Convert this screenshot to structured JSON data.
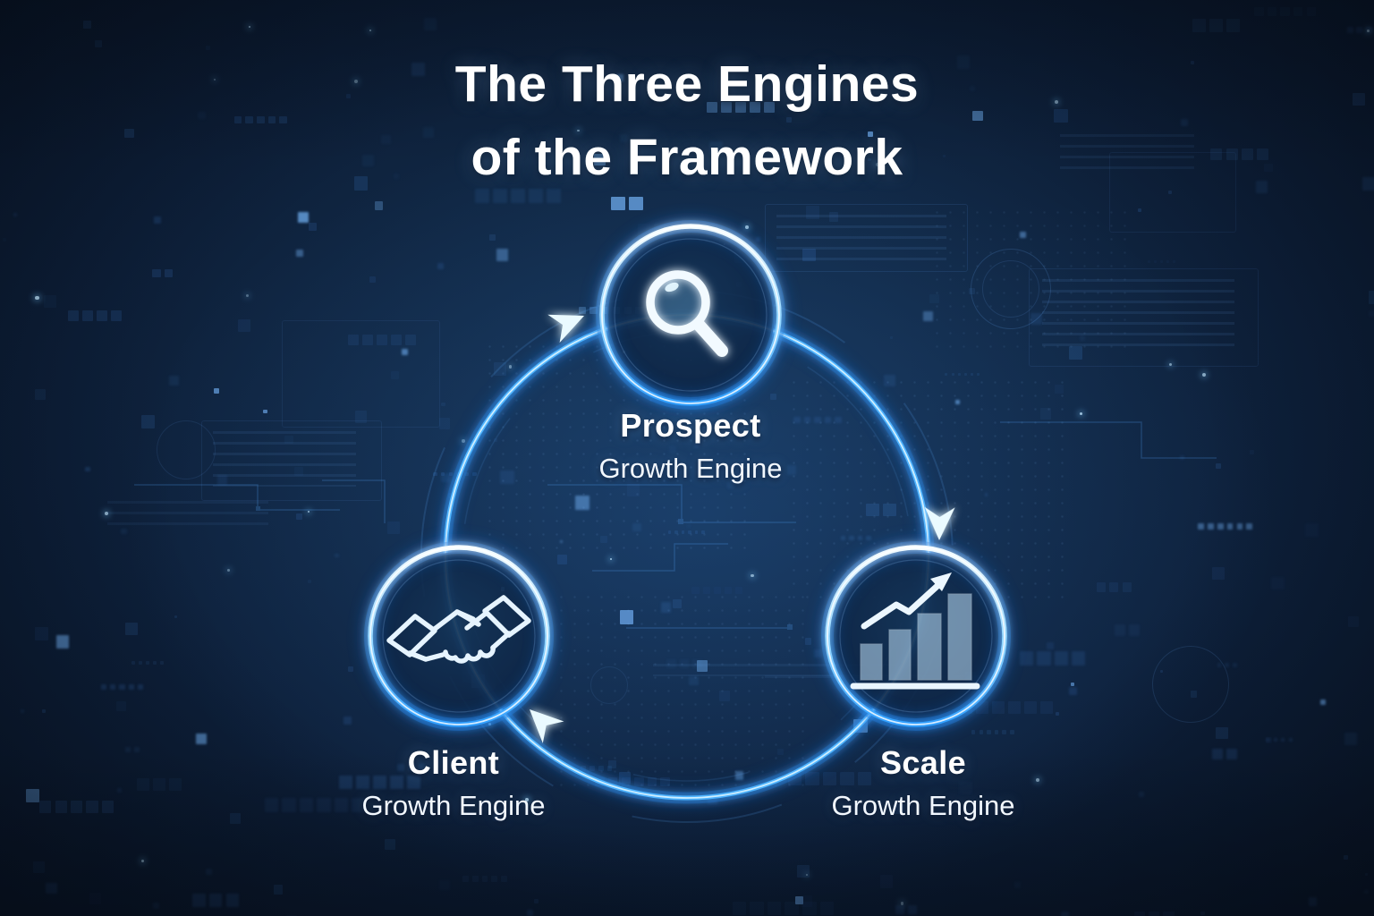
{
  "title": {
    "line1": "The Three Engines",
    "line2": "of the Framework"
  },
  "nodes": {
    "prospect": {
      "label": "Prospect",
      "sublabel": "Growth Engine",
      "icon": "magnifier-icon"
    },
    "client": {
      "label": "Client",
      "sublabel": "Growth Engine",
      "icon": "handshake-icon"
    },
    "scale": {
      "label": "Scale",
      "sublabel": "Growth Engine",
      "icon": "bar-chart-icon"
    }
  },
  "flow": {
    "direction": "clockwise",
    "sequence": [
      "Prospect",
      "Scale",
      "Client"
    ]
  },
  "colors": {
    "background": "#0d1f39",
    "accent": "#3aa6ff",
    "ring_glow": "#6cc8ff",
    "text": "#ffffff"
  }
}
